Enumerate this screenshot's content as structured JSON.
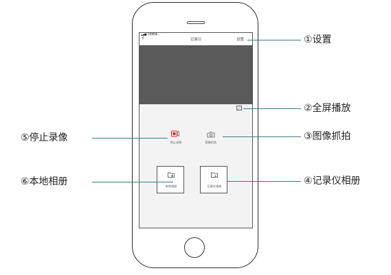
{
  "status_bar": {
    "carrier": "中国联通"
  },
  "nav": {
    "back": "‹",
    "title": "记录仪",
    "settings": "设置"
  },
  "video": {
    "fullscreen_icon": "fullscreen-icon"
  },
  "controls": {
    "stop_record_label": "停止录像",
    "snapshot_label": "图像抓拍"
  },
  "albums": {
    "local_label": "本地相册",
    "dashcam_label": "记录仪相册"
  },
  "callouts": {
    "c1": "①设置",
    "c2": "②全屏播放",
    "c3": "③图像抓拍",
    "c4": "④记录仪相册",
    "c5": "⑤停止录像",
    "c6": "⑥本地相册"
  },
  "colors": {
    "accent_line": "#3b7a78",
    "record_red": "#d9262c",
    "video_bg": "#5a5a5a"
  }
}
